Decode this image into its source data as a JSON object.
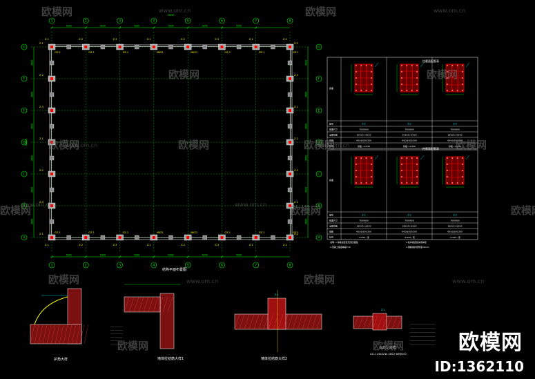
{
  "plan": {
    "title": "结构平面布置图",
    "dims_top": [
      "5200",
      "5200",
      "5200",
      "5200",
      "5200",
      "5200"
    ],
    "dims_top_total": "39200",
    "dims_bottom": [
      "5200",
      "5200",
      "5200",
      "5200",
      "5200",
      "5200"
    ],
    "axis_columns": [
      "1",
      "2",
      "3",
      "4",
      "5",
      "6",
      "7",
      "8"
    ],
    "axis_rows": [
      "G",
      "F",
      "E",
      "D",
      "C",
      "B",
      "A"
    ],
    "dims_left": [
      "3600",
      "3600",
      "3600",
      "3600",
      "3600",
      "3600"
    ],
    "dims_left_total": "25800",
    "col_labels_top": [
      "GZ-1",
      "GZ-1",
      "GZ-1",
      "MKZ1",
      "MKZ1",
      "GZ-1",
      "GZ-1",
      "GZ-1"
    ],
    "col_labels_bottom": [
      "GZ-1",
      "GZ-1",
      "GZ-1",
      "MKZ1",
      "MKZ1",
      "GZ-1",
      "GZ-1",
      "GZ-1"
    ],
    "z_labels": [
      "Z-1",
      "Z-2",
      "Z-3"
    ]
  },
  "schedule": {
    "title1": "柱截面配筋表",
    "title2": "柱截面配筋表",
    "row_heads": [
      "截面",
      "编号",
      "截面尺寸",
      "全部纵筋",
      "箍筋",
      "标高"
    ],
    "cols_top": [
      {
        "id": "Z-1",
        "size": "700X600",
        "bars": "20Ф25+8Ф20",
        "hoops": "Ф10@100/200",
        "elev": "基础~-0.050"
      },
      {
        "id": "Z-2",
        "size": "700X600",
        "bars": "20Ф25+8Ф20",
        "hoops": "Ф10@100/200",
        "elev": "基础~-0.050"
      },
      {
        "id": "Z-3",
        "size": "700X600",
        "bars": "18Ф25+8Ф20",
        "hoops": "Ф10@100/200",
        "elev": "基础~-0.050"
      }
    ],
    "cols_bottom": [
      {
        "id": "Z-1",
        "size": "700X600",
        "bars": "18Ф25+8Ф20",
        "hoops": "Ф10@100/200",
        "elev": "-0.050~顶"
      },
      {
        "id": "Z-2",
        "size": "700X600",
        "bars": "18Ф25+8Ф20",
        "hoops": "Ф10@100/200",
        "elev": "-0.050~顶"
      },
      {
        "id": "Z-3",
        "size": "700X600",
        "bars": "18Ф25+8Ф20",
        "hoops": "Ф10@100/200",
        "elev": "-0.050~顶"
      }
    ],
    "notes": [
      "说明: 1.箍筋加密区范围见图集",
      "2.柱纵筋连接采用焊接",
      "3.混凝土强度等级C30",
      "4.钢筋保护层厚度30mm"
    ]
  },
  "details": [
    {
      "title": "护角大样"
    },
    {
      "title": "墙体拉结筋大样1"
    },
    {
      "title": "墙体拉结筋大样2"
    },
    {
      "title": "GZ-1 大样"
    }
  ],
  "gz_note": "GZ-1 240X240 4Ф12 Ф6@200",
  "watermark": {
    "text": "欧模网",
    "url": "www.om.cn"
  },
  "brand": {
    "name": "欧模网",
    "id": "ID:1362110"
  },
  "colors": {
    "bg": "#000000",
    "line": "#ffffff",
    "green": "#00ff00",
    "cyan": "#00ffff",
    "red": "#ff0000",
    "yellow": "#ffff00",
    "magenta": "#ff00ff"
  }
}
